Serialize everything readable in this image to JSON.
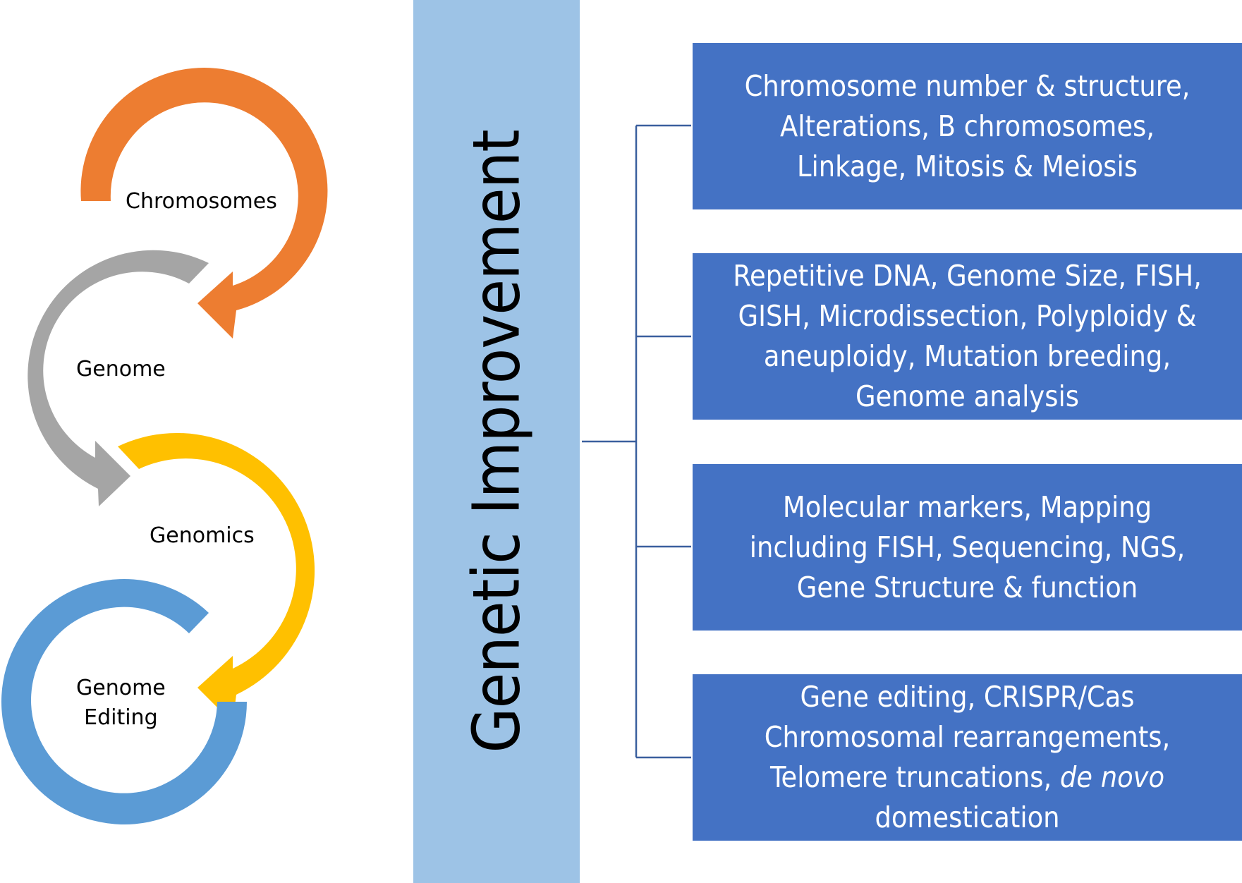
{
  "cycle": {
    "stages": [
      {
        "label": "Chromosomes",
        "color": "#ed7d31"
      },
      {
        "label": "Genome",
        "color": "#a5a5a5"
      },
      {
        "label": "Genomics",
        "color": "#ffc000"
      },
      {
        "label_lines": [
          "Genome",
          "Editing"
        ],
        "color": "#5b9bd5"
      }
    ]
  },
  "central": {
    "title": "Genetic Improvement",
    "color": "#9dc3e6"
  },
  "connector_color": "#3a5f9e",
  "boxes_color": "#4472c4",
  "boxes": [
    {
      "lines": [
        "Chromosome number & structure,",
        "Alterations, B chromosomes,",
        "Linkage, Mitosis & Meiosis"
      ]
    },
    {
      "lines": [
        "Repetitive DNA, Genome Size,  FISH,",
        "GISH, Microdissection, Polyploidy &",
        "aneuploidy, Mutation breeding,",
        "Genome analysis"
      ]
    },
    {
      "lines": [
        "Molecular markers, Mapping",
        "including FISH, Sequencing, NGS,",
        "Gene Structure & function"
      ]
    },
    {
      "lines": [
        "Gene editing, CRISPR/Cas",
        "Chromosomal rearrangements,",
        "Telomere truncations, "
      ],
      "italic_suffix": "de novo",
      "last_line": "domestication"
    }
  ]
}
